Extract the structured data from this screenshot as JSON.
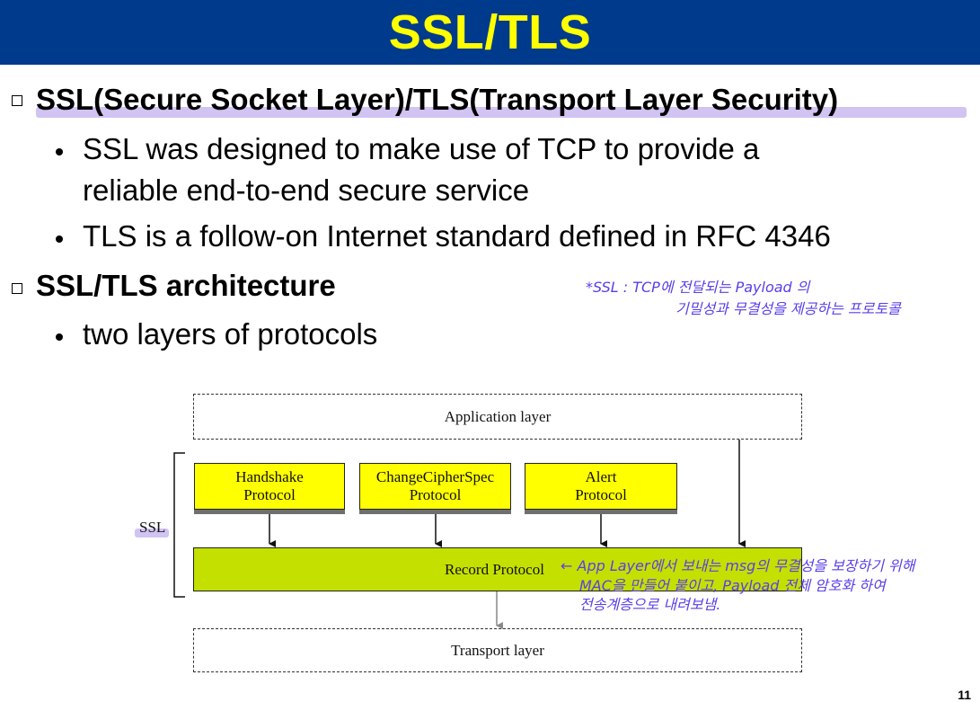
{
  "title": "SSL/TLS",
  "bullets": [
    {
      "heading": "SSL(Secure Socket Layer)/TLS(Transport Layer Security)",
      "items": [
        "SSL was designed to make use of TCP to provide a",
        "reliable end-to-end secure service",
        "TLS is a follow-on Internet standard defined in RFC 4346"
      ]
    },
    {
      "heading": "SSL/TLS architecture",
      "items": [
        "two layers of protocols"
      ]
    }
  ],
  "notes": {
    "ssl_note_line1": "*SSL : TCP에 전달되는 Payload 의",
    "ssl_note_line2": "기밀성과 무결성을 제공하는 프로토콜",
    "record_note_line1": "← App Layer에서 보내는 msg의 무결성을 보장하기 위해",
    "record_note_line2": "MAC을 만들어 붙이고, Payload 전체 암호화 하여",
    "record_note_line3": "전송계층으로 내려보냄."
  },
  "diagram": {
    "application_layer": "Application layer",
    "handshake": [
      "Handshake",
      "Protocol"
    ],
    "ccs": [
      "ChangeCipherSpec",
      "Protocol"
    ],
    "alert": [
      "Alert",
      "Protocol"
    ],
    "ssl_label": "SSL",
    "record": "Record Protocol",
    "transport_layer": "Transport layer"
  },
  "page_number": "11"
}
